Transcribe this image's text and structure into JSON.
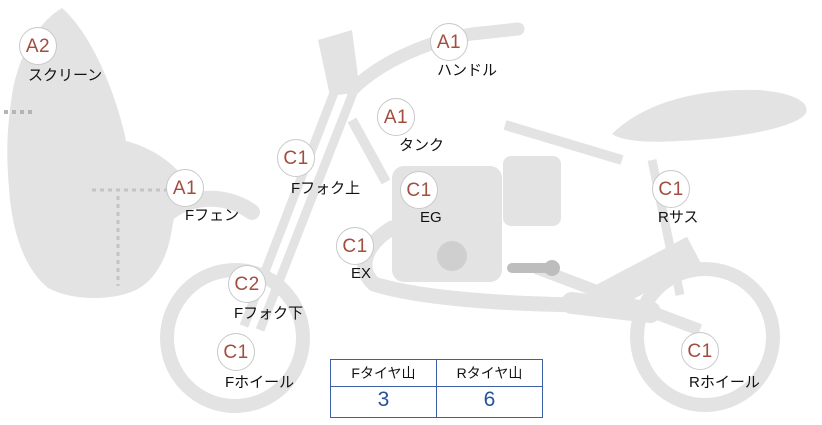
{
  "diagram": {
    "title": "motorcycle-condition-diagram",
    "points": [
      {
        "part": "screen",
        "grade": "A2",
        "label": "スクリーン"
      },
      {
        "part": "handlebar",
        "grade": "A1",
        "label": "ハンドル"
      },
      {
        "part": "tank",
        "grade": "A1",
        "label": "タンク"
      },
      {
        "part": "front-fork-upper",
        "grade": "C1",
        "label": "Fフォク上"
      },
      {
        "part": "front-fender",
        "grade": "A1",
        "label": "Fフェン"
      },
      {
        "part": "engine",
        "grade": "C1",
        "label": "EG"
      },
      {
        "part": "rear-suspension",
        "grade": "C1",
        "label": "Rサス"
      },
      {
        "part": "exhaust",
        "grade": "C1",
        "label": "EX"
      },
      {
        "part": "front-fork-lower",
        "grade": "C2",
        "label": "Fフォク下"
      },
      {
        "part": "front-wheel",
        "grade": "C1",
        "label": "Fホイール"
      },
      {
        "part": "rear-wheel",
        "grade": "C1",
        "label": "Rホイール"
      }
    ]
  },
  "tire_table": {
    "front_header": "Fタイヤ山",
    "rear_header": "Rタイヤ山",
    "front_value": "3",
    "rear_value": "6"
  },
  "colors": {
    "grade_text": "#a24e3f",
    "badge_border": "#c9c9c9",
    "table_border": "#3c5fa6",
    "table_value_text": "#27519f",
    "bike_fill": "#e3e3e3",
    "bike_detail": "#bdbdbd"
  }
}
